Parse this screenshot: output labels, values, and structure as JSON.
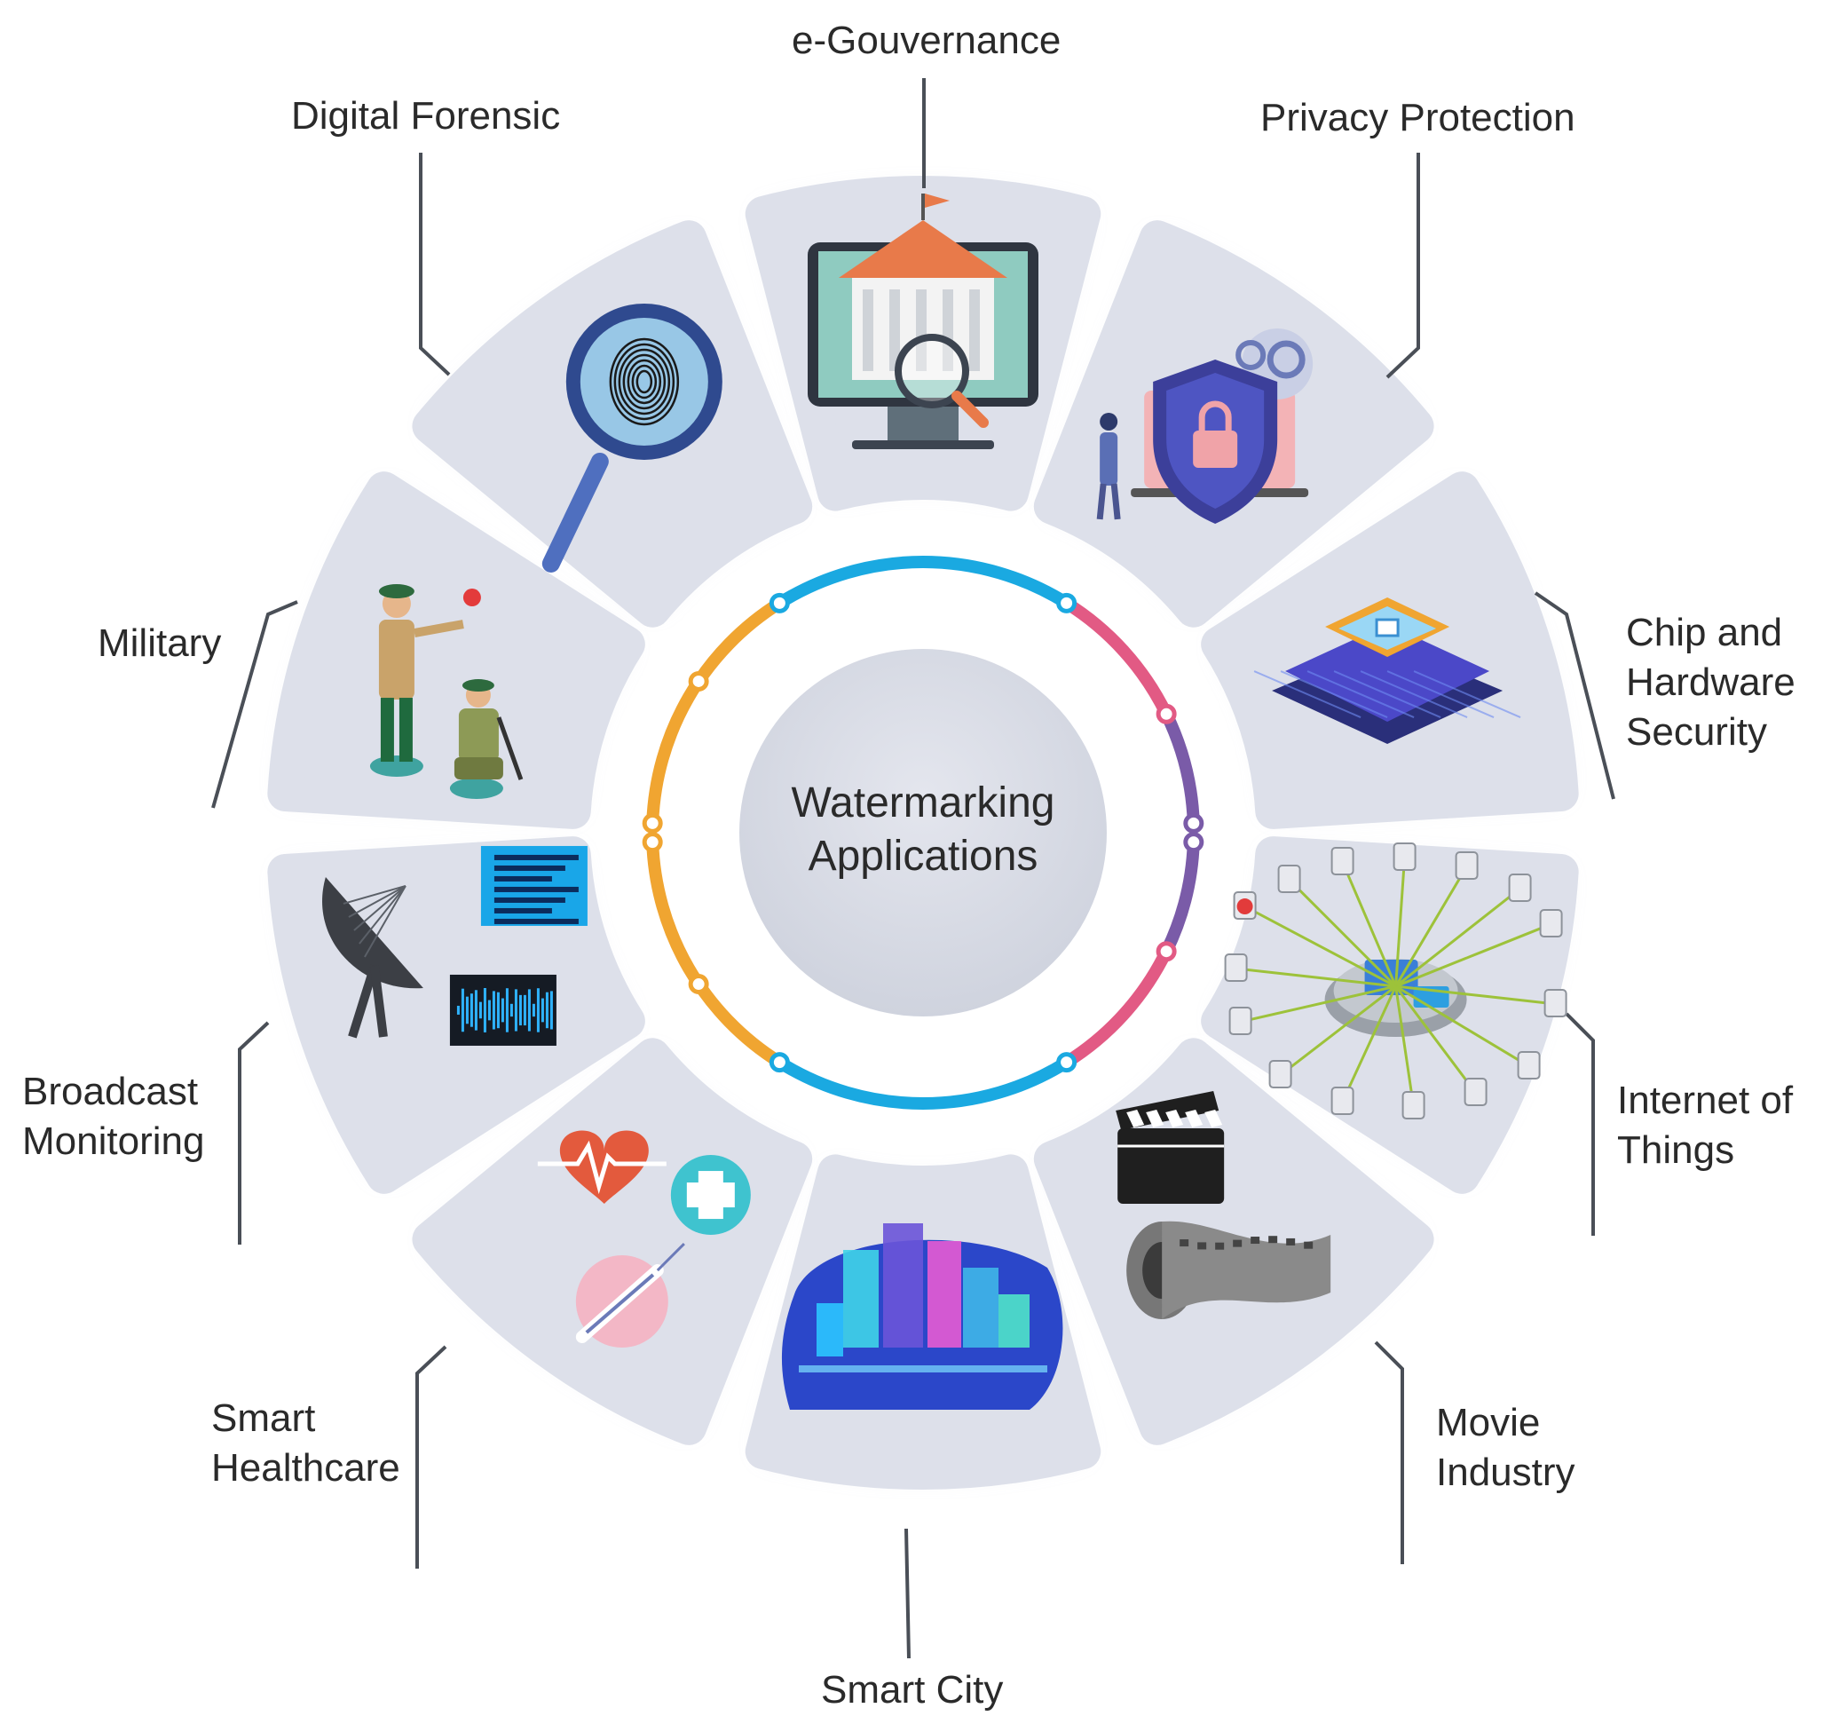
{
  "hub": {
    "line1": "Watermarking",
    "line2": "Applications"
  },
  "applications": [
    {
      "id": "e-gouvernance",
      "lines": [
        "e-Gouvernance"
      ],
      "icon": "government-building-icon"
    },
    {
      "id": "privacy-protection",
      "lines": [
        "Privacy Protection"
      ],
      "icon": "security-shield-lock-icon"
    },
    {
      "id": "chip-hardware-security",
      "lines": [
        "Chip and",
        "Hardware",
        "Security"
      ],
      "icon": "microchip-icon"
    },
    {
      "id": "internet-of-things",
      "lines": [
        "Internet of",
        "Things"
      ],
      "icon": "iot-network-icon"
    },
    {
      "id": "movie-industry",
      "lines": [
        "Movie",
        "Industry"
      ],
      "icon": "clapperboard-film-icon"
    },
    {
      "id": "smart-city",
      "lines": [
        "Smart City"
      ],
      "icon": "smart-city-icon"
    },
    {
      "id": "smart-healthcare",
      "lines": [
        "Smart",
        "Healthcare"
      ],
      "icon": "healthcare-icon"
    },
    {
      "id": "broadcast-monitoring",
      "lines": [
        "Broadcast",
        "Monitoring"
      ],
      "icon": "satellite-dish-icon"
    },
    {
      "id": "military",
      "lines": [
        "Military"
      ],
      "icon": "soldiers-icon"
    },
    {
      "id": "digital-forensic",
      "lines": [
        "Digital Forensic"
      ],
      "icon": "magnifier-fingerprint-icon"
    }
  ],
  "colors": {
    "tile": "#dde0ea",
    "hub": "#d9dce6",
    "ring_blue": "#1aa9e1",
    "ring_pink": "#e25a84",
    "ring_purple": "#7a5ba8",
    "ring_orange": "#f0a531",
    "leader": "#4a4f57"
  }
}
